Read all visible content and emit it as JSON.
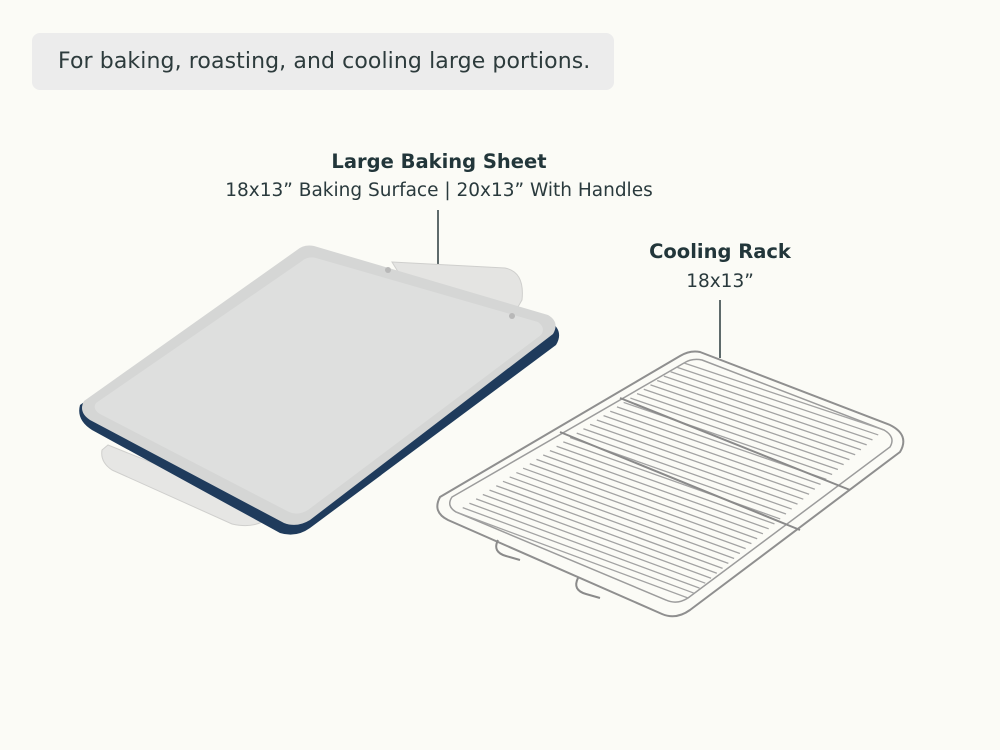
{
  "caption": "For baking, roasting, and cooling large portions.",
  "baking_sheet": {
    "title": "Large Baking Sheet",
    "dimensions": "18x13” Baking Surface  |  20x13” With Handles"
  },
  "cooling_rack": {
    "title": "Cooling Rack",
    "dimensions": "18x13”"
  },
  "colors": {
    "background": "#fbfbf6",
    "caption_bg": "#ececec",
    "text": "#22363a",
    "sheet_surface": "#dcdddc",
    "sheet_rim": "#1f3b5c",
    "rack_wire": "#9a9a9a"
  }
}
